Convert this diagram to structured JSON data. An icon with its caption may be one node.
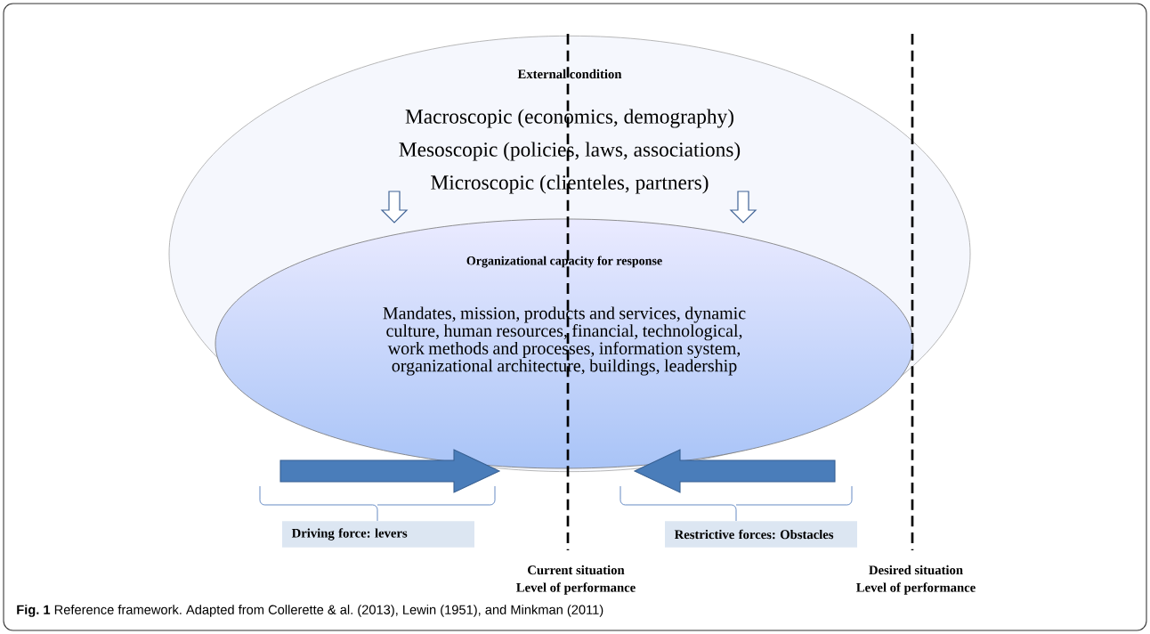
{
  "diagram": {
    "caption": "**Fig. 1** Reference framework. Adapted from Collerette & al. (2013), Lewin (1951), and Minkman (2011)",
    "nodes": [
      {
        "text": [
          "External condition",
          "Macroscopic (economics, demography)",
          "Mesoscopic (policies, laws, associations)",
          "Microscopic (clienteles, partners)"
        ]
      },
      {
        "text": [
          "Organizational capacity for response",
          "Mandates, mission, products and services, dynamic culture, human resources, financial, technological, work methods and processes, information system, organizational architecture, buildings, leadership"
        ],
        "in": 0
      },
      {
        "text": [
          "Driving force: levers"
        ]
      },
      {
        "text": [
          "Restrictive forces: Obstacles"
        ]
      }
    ],
    "labels": [
      "Current situation",
      "Level of performance",
      "Desired situation",
      "Level of performance"
    ]
  }
}
